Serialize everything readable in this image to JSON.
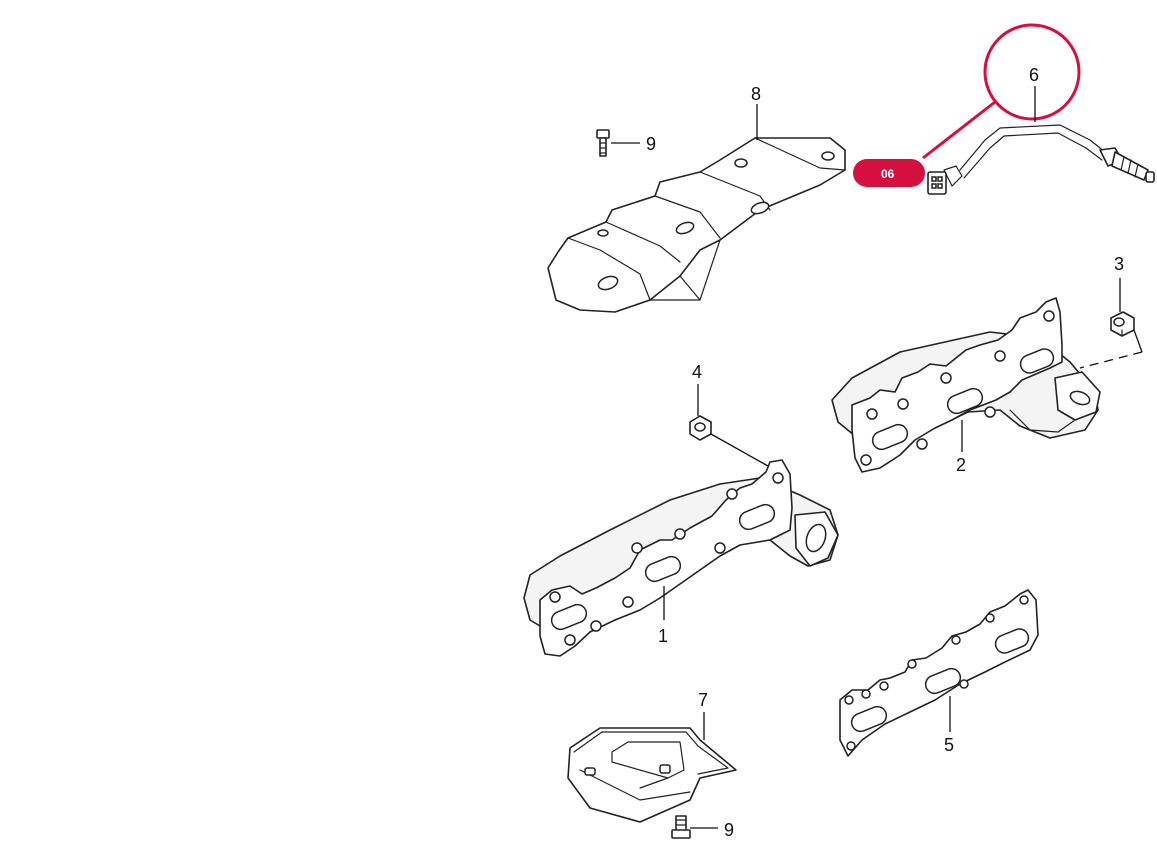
{
  "diagram": {
    "callouts": {
      "c1": "1",
      "c2": "2",
      "c3": "3",
      "c4": "4",
      "c5": "5",
      "c6": "6",
      "c7": "7",
      "c8": "8",
      "c9a": "9",
      "c9b": "9"
    },
    "highlight": {
      "badge_label": "06",
      "color": "#d5103f"
    },
    "parts": [
      {
        "callout": "1",
        "icon": "exhaust-manifold-icon"
      },
      {
        "callout": "2",
        "icon": "exhaust-manifold-icon"
      },
      {
        "callout": "3",
        "icon": "nut-icon"
      },
      {
        "callout": "4",
        "icon": "nut-icon"
      },
      {
        "callout": "5",
        "icon": "gasket-icon"
      },
      {
        "callout": "6",
        "icon": "oxygen-sensor-icon"
      },
      {
        "callout": "7",
        "icon": "heat-shield-icon"
      },
      {
        "callout": "8",
        "icon": "heat-shield-icon"
      },
      {
        "callout": "9",
        "icon": "bolt-icon"
      }
    ]
  }
}
